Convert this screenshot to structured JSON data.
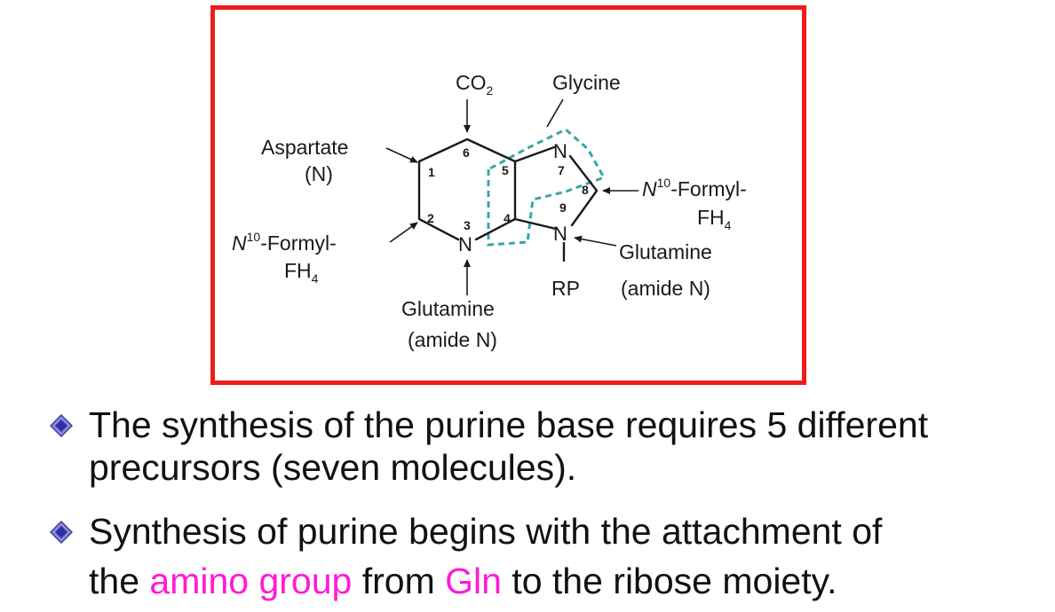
{
  "diagram": {
    "labels": {
      "co2": "CO",
      "co2_sub": "2",
      "glycine": "Glycine",
      "aspartate": "Aspartate",
      "aspartate_n": "(N)",
      "formyl_left_n": "N",
      "formyl_left_sup": "10",
      "formyl_left_rest": "-Formyl-",
      "formyl_left_fh": "FH",
      "formyl_left_fh_sub": "4",
      "formyl_right_n": "N",
      "formyl_right_sup": "10",
      "formyl_right_rest": "-Formyl-",
      "formyl_right_fh": "FH",
      "formyl_right_fh_sub": "4",
      "glutamine_right": "Glutamine",
      "glutamine_right_amide": "(amide N)",
      "glutamine_bottom": "Glutamine",
      "glutamine_bottom_amide": "(amide N)",
      "rp": "RP"
    },
    "atoms": {
      "n7": "N",
      "n9": "N",
      "n3": "N"
    },
    "positions": [
      "1",
      "2",
      "3",
      "4",
      "5",
      "6",
      "7",
      "8",
      "9"
    ],
    "colors": {
      "frame": "#ee1c1c",
      "dashed_outline": "#3aa6a6"
    }
  },
  "bullets": [
    {
      "line1": "The synthesis of the purine base requires 5 different",
      "line2": "precursors (seven molecules)."
    },
    {
      "line1": "Synthesis of purine begins with the attachment of",
      "line2_a": "the ",
      "line2_highlight1": "amino group",
      "line2_b": " from ",
      "line2_highlight2": "Gln",
      "line2_c": " to the ribose moiety."
    }
  ],
  "highlight_color": "#ff1ad9"
}
